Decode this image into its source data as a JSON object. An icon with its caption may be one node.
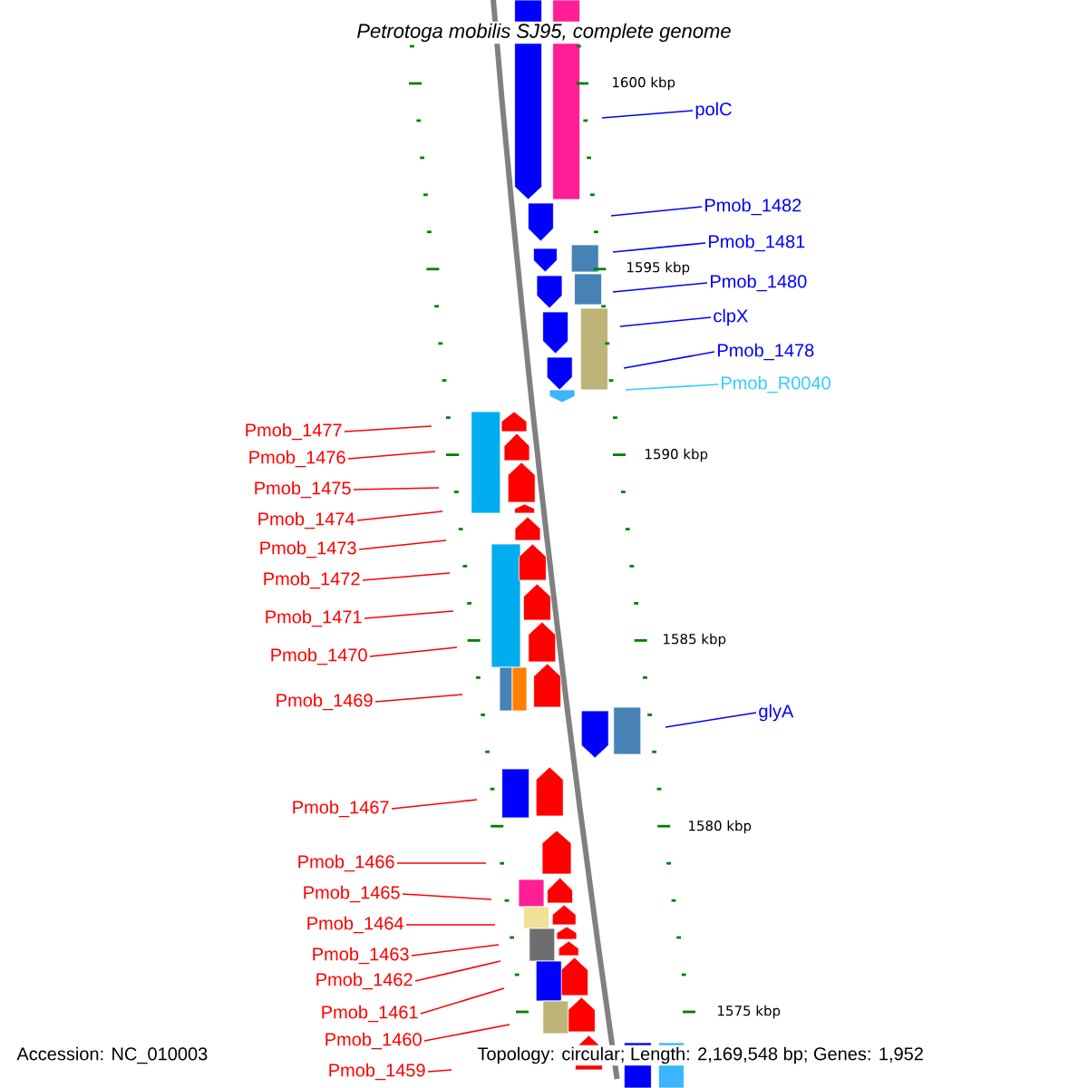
{
  "diagram": {
    "title": "*Petrotoga mobilis* SJ95, complete genome",
    "nodes": [
      {
        "text": [
          "polC"
        ]
      },
      {
        "text": [
          "Pmob_1482"
        ]
      },
      {
        "text": [
          "Pmob_1481"
        ]
      },
      {
        "text": [
          "Pmob_1480"
        ]
      },
      {
        "text": [
          "clpX"
        ]
      },
      {
        "text": [
          "Pmob_1478"
        ]
      },
      {
        "text": [
          "Pmob_R0040"
        ]
      },
      {
        "text": [
          "Pmob_1477"
        ]
      },
      {
        "text": [
          "Pmob_1476"
        ]
      },
      {
        "text": [
          "Pmob_1475"
        ]
      },
      {
        "text": [
          "Pmob_1474"
        ]
      },
      {
        "text": [
          "Pmob_1473"
        ]
      },
      {
        "text": [
          "Pmob_1472"
        ]
      },
      {
        "text": [
          "Pmob_1471"
        ]
      },
      {
        "text": [
          "Pmob_1470"
        ]
      },
      {
        "text": [
          "Pmob_1469"
        ]
      },
      {
        "text": [
          "glyA"
        ]
      },
      {
        "text": [
          "Pmob_1467"
        ]
      },
      {
        "text": [
          "Pmob_1466"
        ]
      },
      {
        "text": [
          "Pmob_1465"
        ]
      },
      {
        "text": [
          "Pmob_1464"
        ]
      },
      {
        "text": [
          "Pmob_1463"
        ]
      },
      {
        "text": [
          "Pmob_1462"
        ]
      },
      {
        "text": [
          "Pmob_1461"
        ]
      },
      {
        "text": [
          "Pmob_1460"
        ]
      },
      {
        "text": [
          "Pmob_1459"
        ]
      }
    ],
    "edges": [
      {
        "from": 0,
        "to": null,
        "arrow": "none",
        "color": "#0000ff"
      },
      {
        "from": 1,
        "to": null,
        "arrow": "none",
        "color": "#0000ff"
      },
      {
        "from": 2,
        "to": null,
        "arrow": "none",
        "color": "#0000ff"
      },
      {
        "from": 3,
        "to": null,
        "arrow": "none",
        "color": "#0000ff"
      },
      {
        "from": 4,
        "to": null,
        "arrow": "none",
        "color": "#0000ff"
      },
      {
        "from": 5,
        "to": null,
        "arrow": "none",
        "color": "#0000ff"
      },
      {
        "from": 6,
        "to": null,
        "arrow": "none",
        "color": "#33ccff"
      },
      {
        "from": 7,
        "to": null,
        "arrow": "none"
      },
      {
        "from": 8,
        "to": null,
        "arrow": "none"
      },
      {
        "from": 9,
        "to": null,
        "arrow": "none"
      },
      {
        "from": 10,
        "to": null,
        "arrow": "none"
      },
      {
        "from": 11,
        "to": null,
        "arrow": "none"
      },
      {
        "from": 12,
        "to": null,
        "arrow": "none"
      },
      {
        "from": 13,
        "to": null,
        "arrow": "none"
      },
      {
        "from": 14,
        "to": null,
        "arrow": "none"
      },
      {
        "from": 15,
        "to": null,
        "arrow": "none"
      },
      {
        "from": 16,
        "to": null,
        "arrow": "none",
        "color": "#0000ff"
      },
      {
        "from": 17,
        "to": null,
        "arrow": "none"
      },
      {
        "from": 18,
        "to": null,
        "arrow": "none"
      },
      {
        "from": 19,
        "to": null,
        "arrow": "none"
      },
      {
        "from": 20,
        "to": null,
        "arrow": "none"
      },
      {
        "from": 21,
        "to": null,
        "arrow": "none"
      },
      {
        "from": 22,
        "to": null,
        "arrow": "none"
      },
      {
        "from": 23,
        "to": null,
        "arrow": "none"
      },
      {
        "from": 24,
        "to": null,
        "arrow": "none"
      },
      {
        "from": 25,
        "to": null,
        "arrow": "none"
      }
    ],
    "labels": [
      "1600 kbp",
      "1595 kbp",
      "1590 kbp",
      "1585 kbp",
      "1580 kbp",
      "1575 kbp",
      "Accession: NC_010003",
      "Topology: circular; Length: 2,169,548 bp; Genes: 1,952"
    ]
  }
}
